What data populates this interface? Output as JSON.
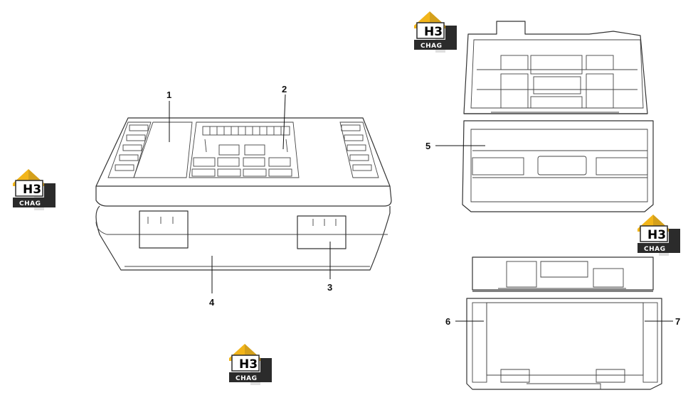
{
  "callouts": [
    {
      "id": "1",
      "label": "1"
    },
    {
      "id": "2",
      "label": "2"
    },
    {
      "id": "3",
      "label": "3"
    },
    {
      "id": "4",
      "label": "4"
    },
    {
      "id": "5",
      "label": "5"
    },
    {
      "id": "6",
      "label": "6"
    },
    {
      "id": "7",
      "label": "7"
    }
  ],
  "logo": {
    "top_text": "H3",
    "bottom_text": "CHAG",
    "colors": {
      "roof": "#f2b51a",
      "dark": "#2b2b2b",
      "box": "#ffffff"
    }
  },
  "colors": {
    "line": "#333333",
    "background": "#ffffff"
  }
}
